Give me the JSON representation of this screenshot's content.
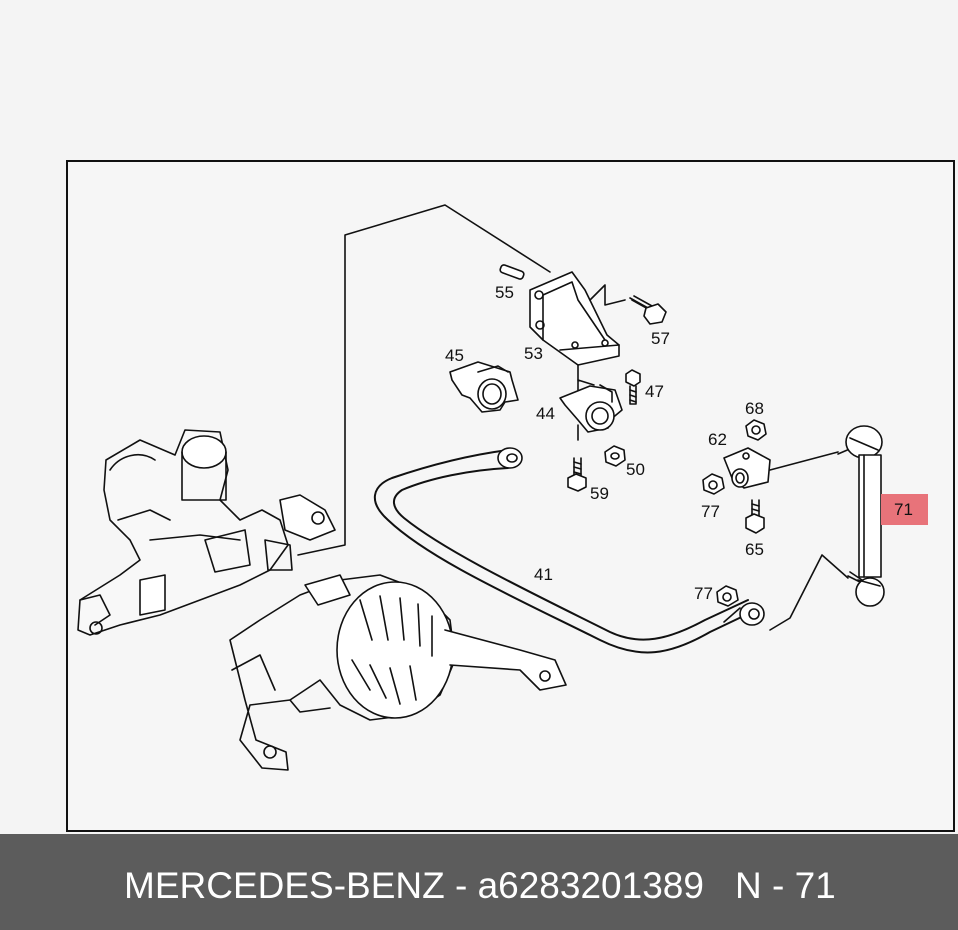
{
  "colors": {
    "background": "#f4f4f4",
    "footer": "#5c5c5c",
    "highlight": "#e8737a",
    "line": "#111111"
  },
  "diagram": {
    "part_labels": {
      "p55": "55",
      "p57": "57",
      "p53": "53",
      "p45": "45",
      "p47": "47",
      "p44": "44",
      "p68": "68",
      "p62": "62",
      "p50": "50",
      "p59": "59",
      "p71": "71",
      "p77a": "77",
      "p65": "65",
      "p41": "41",
      "p77b": "77"
    },
    "highlighted_part": "71"
  },
  "footer": {
    "brand_and_number": "MERCEDES-BENZ - a6283201389",
    "reference": "N - 71"
  }
}
